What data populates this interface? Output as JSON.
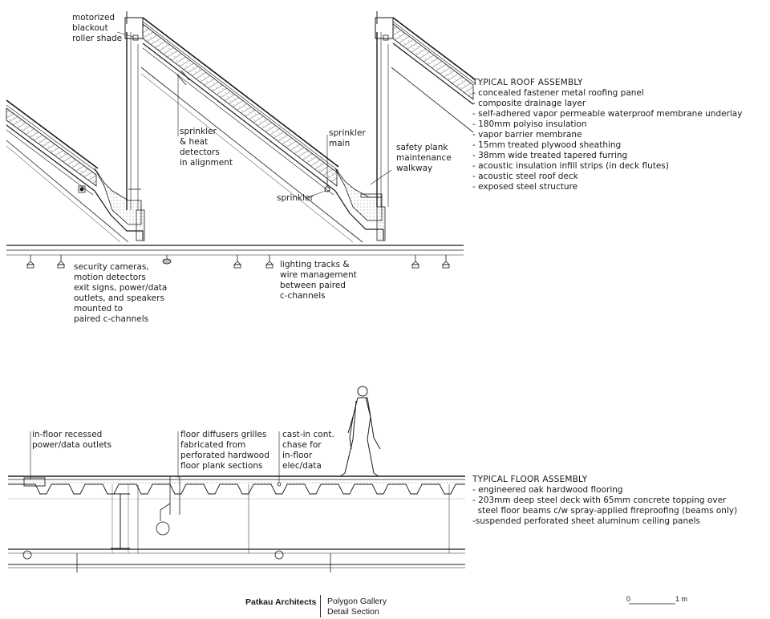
{
  "roof_labels": {
    "shade": "motorized\nblackout\nroller shade",
    "sprinkler_heat": "sprinkler\n& heat\ndetectors\nin alignment",
    "sprinkler_main": "sprinkler\nmain",
    "safety_plank": "safety plank\nmaintenance\nwalkway",
    "sprinkler": "sprinkler",
    "security": "security cameras,\nmotion detectors\nexit signs, power/data\noutlets, and speakers\nmounted to\npaired c-channels",
    "lighting": "lighting tracks &\nwire management\nbetween paired\nc-channels"
  },
  "roof_assembly": {
    "title": "TYPICAL ROOF ASSEMBLY",
    "items": [
      "- concealed fastener metal roofing panel",
      "- composite drainage layer",
      "- self-adhered vapor permeable waterproof membrane underlay",
      "- 180mm polyiso insulation",
      "- vapor barrier membrane",
      "- 15mm treated plywood sheathing",
      "- 38mm wide treated tapered furring",
      "- acoustic insulation infill strips (in deck flutes)",
      "- acoustic steel roof deck",
      "- exposed steel structure"
    ]
  },
  "floor_labels": {
    "outlets": "in-floor recessed\npower/data outlets",
    "diffusers": "floor diffusers grilles\nfabricated from\nperforated hardwood\nfloor plank sections",
    "chase": "cast-in cont.\nchase for\nin-floor\nelec/data"
  },
  "floor_assembly": {
    "title": "TYPICAL FLOOR ASSEMBLY",
    "items": [
      "- engineered oak hardwood flooring",
      "- 203mm deep steel deck with 65mm concrete topping over",
      "  steel floor beams c/w spray-applied fireproofing (beams only)",
      "-suspended perforated sheet aluminum ceiling panels"
    ]
  },
  "title_block": {
    "firm": "Patkau Architects",
    "project": "Polygon Gallery",
    "sheet": "Detail Section"
  },
  "scale_bar": {
    "start": "0",
    "end": "1 m"
  },
  "colors": {
    "line": "#1a1a1a",
    "hatch": "#555555",
    "light": "#9a9a9a"
  }
}
